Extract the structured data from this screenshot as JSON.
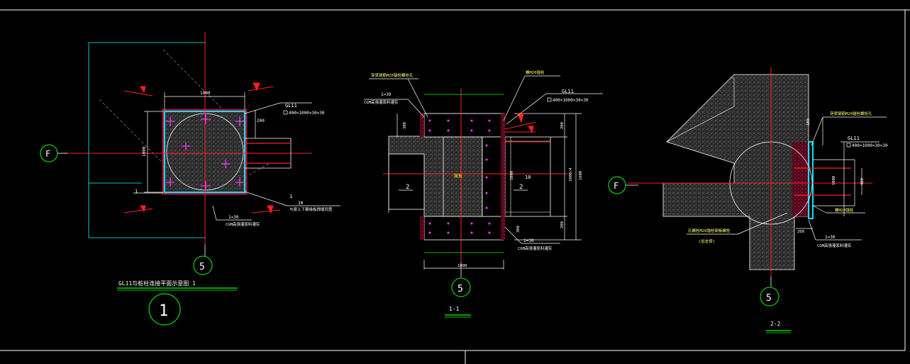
{
  "colors": {
    "background": "#000000",
    "frame": "#ffffff",
    "concrete_fill": "#3a3a3a",
    "center_line": "#ff2020",
    "dimension": "#ffffff",
    "steel_plate": "#00e5ff",
    "bolt": "#ff33ff",
    "leader": "#ffffff",
    "grout": "#cc0033",
    "axis_bubble": "#00ff00",
    "underline": "#00ff00",
    "hatch_alt": "#00ffff"
  },
  "drawings": {
    "plan": {
      "member_label": "GL11",
      "member_size": "400×1000×30×30",
      "axis_f": "F",
      "axis_5": "5",
      "dim_top": "1000",
      "dim_left": "1000",
      "dim_side": "200",
      "plate_note_1": "1",
      "plate_note_2": "1=30",
      "grout_note": "CGM高强灌浆料灌实",
      "section_note_1": "1",
      "section_note_2": "30",
      "anchor_note": "与梁上下翼缘板焊缝同宽",
      "title": "GL11与桩柱连接平面示意图 1",
      "title_number": "1"
    },
    "section_11": {
      "top_note": "穿梁钢筋M20锚栓螺栓孔",
      "plate_note": "1=30",
      "grout_note": "CGM高强灌浆料灌实",
      "bolt_note": "螺M20锚栓",
      "member_label": "GL11",
      "member_size": "400×1000×30×30",
      "dim_200_top": "200",
      "dim_200_bot": "200",
      "dim_left_300": "300",
      "dim_mid": "1000",
      "dim_10": "10",
      "dim_1000_4": "1000/4",
      "dim_1600": "1600",
      "dim_bottom": "1000",
      "dim_bottom_300": "300",
      "cut_left": "2",
      "cut_right": "2",
      "web_label": "腹板",
      "bottom_plate_note": "1=30",
      "bottom_grout_note": "CGM高强灌浆料灌实",
      "axis_5": "5",
      "title": "1-1"
    },
    "section_22": {
      "top_note": "穿梁钢筋M20锚栓螺栓孔",
      "member_label": "GL11",
      "member_size": "400×1000×30×30",
      "axis_f": "F",
      "axis_5": "5",
      "dim_top": "100",
      "dim_right_1": "1000",
      "dim_right_2": "400",
      "dim_bottom": "200",
      "anchor_note": "螺M20锚栓",
      "left_note_1": "孔螺栓M20锚栓钢板螺栓",
      "left_note_2": "(加支撑)",
      "plate_note": "1=30",
      "grout_note": "CGM高强灌浆料灌实",
      "title": "2-2"
    }
  }
}
